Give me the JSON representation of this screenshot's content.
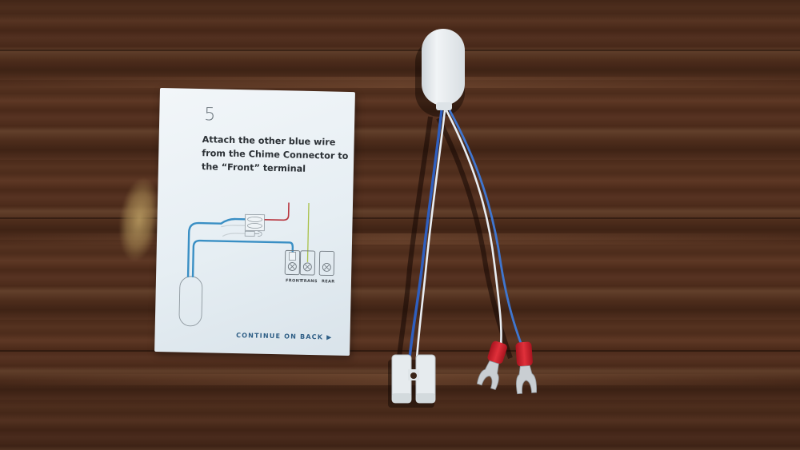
{
  "scene": {
    "description": "Photograph of a printed installation instruction card and a chime connector with wires on a dark wooden table",
    "background": {
      "surface": "wooden-table",
      "colors": {
        "wood_dark": "#3f2315",
        "wood_mid": "#4e2d1c",
        "wood_light": "#62402b"
      }
    }
  },
  "instruction_card": {
    "step_number": "5",
    "instruction_lines": [
      "Attach the other blue wire",
      "from the Chime Connector to",
      "the “Front” terminal"
    ],
    "diagram": {
      "terminals": [
        {
          "label": "FRONT"
        },
        {
          "label": "TRANS"
        },
        {
          "label": "REAR"
        }
      ],
      "wire_colors": {
        "blue": "#3a8fc4",
        "red": "#b8363f",
        "green": "#a9c14a",
        "gray": "#c9d1d6"
      }
    },
    "footer_link": "CONTINUE ON BACK ▶",
    "colors": {
      "card_bg": "#e9f0f5",
      "text": "#2b3035",
      "link": "#2f5f86"
    }
  },
  "chime_connector": {
    "body_color": "#eef2f5",
    "wire_colors": {
      "blue": "#2f5fc0",
      "white": "#e8edf2"
    },
    "connectors": [
      {
        "type": "push-in-terminal-block",
        "color": "#e6ebee"
      },
      {
        "type": "spade-terminal",
        "insulation_color": "#d0202c"
      },
      {
        "type": "spade-terminal",
        "insulation_color": "#d0202c"
      }
    ]
  }
}
